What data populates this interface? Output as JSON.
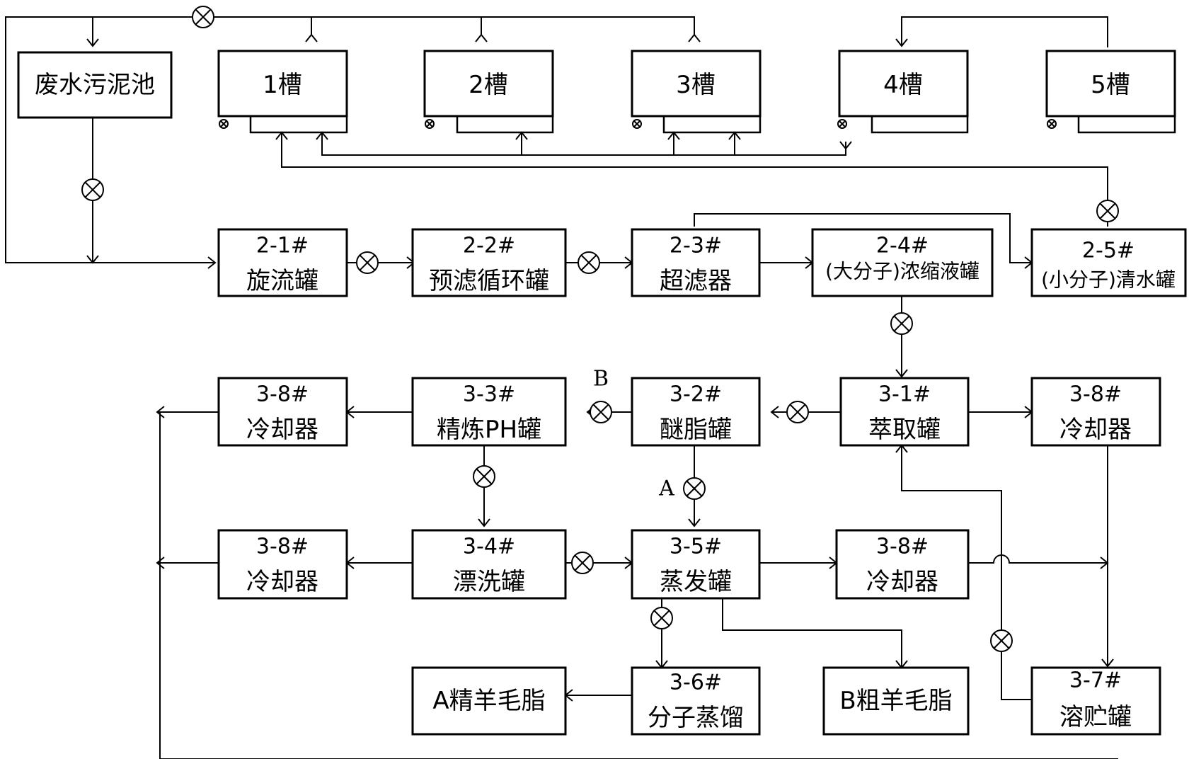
{
  "tanks": {
    "sludge": "废水污泥池",
    "t1": "1槽",
    "t2": "2槽",
    "t3": "3槽",
    "t4": "4槽",
    "t5": "5槽"
  },
  "row2": {
    "b21_code": "2-1#",
    "b21_name": "旋流罐",
    "b22_code": "2-2#",
    "b22_name": "预滤循环罐",
    "b23_code": "2-3#",
    "b23_name": "超滤器",
    "b24_code": "2-4#",
    "b24_name": "(大分子)浓缩液罐",
    "b25_code": "2-5#",
    "b25_name": "(小分子)清水罐"
  },
  "row3": {
    "c38a_code": "3-8#",
    "c38a_name": "冷却器",
    "c33_code": "3-3#",
    "c33_name": "精炼PH罐",
    "c32_code": "3-2#",
    "c32_name": "醚脂罐",
    "c31_code": "3-1#",
    "c31_name": "萃取罐",
    "c38b_code": "3-8#",
    "c38b_name": "冷却器"
  },
  "row4": {
    "d38a_code": "3-8#",
    "d38a_name": "冷却器",
    "d34_code": "3-4#",
    "d34_name": "漂洗罐",
    "d35_code": "3-5#",
    "d35_name": "蒸发罐",
    "d38b_code": "3-8#",
    "d38b_name": "冷却器"
  },
  "row5": {
    "e_a_name": "A精羊毛脂",
    "e36_code": "3-6#",
    "e36_name": "分子蒸馏",
    "e_b_name": "B粗羊毛脂",
    "e37_code": "3-7#",
    "e37_name": "溶贮罐"
  },
  "labels": {
    "a": "A",
    "b": "B"
  }
}
